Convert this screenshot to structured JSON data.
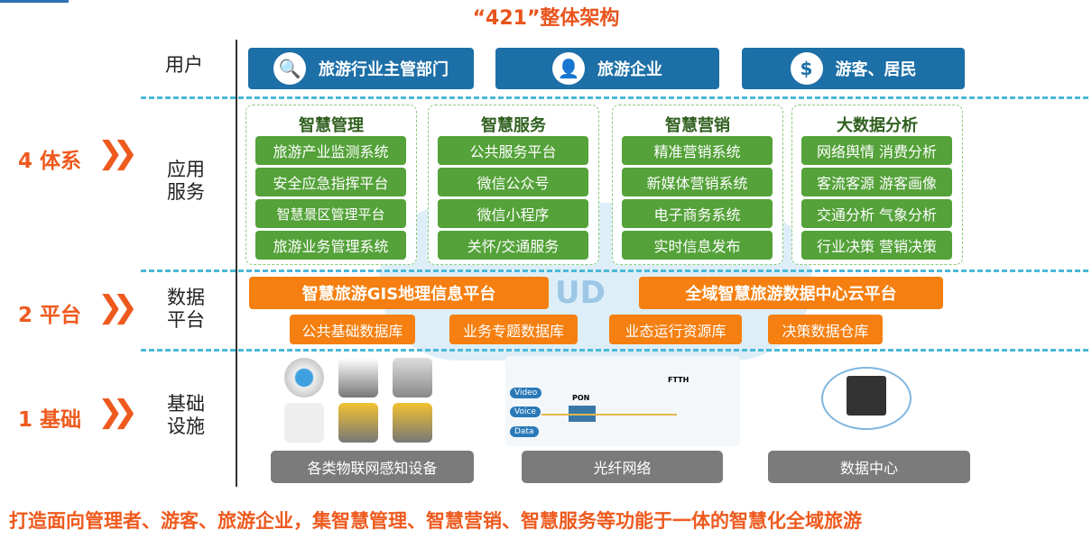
{
  "title": "“421”整体架构",
  "tiers": [
    {
      "label": "4 体系"
    },
    {
      "label": "2 平台"
    },
    {
      "label": "1 基础"
    }
  ],
  "row_labels": {
    "users": "用户",
    "app": "应用\n服务",
    "data": "数据\n平台",
    "infra": "基础\n设施"
  },
  "users": [
    {
      "label": "旅游行业主管部门",
      "icon": "magnifier-user-icon"
    },
    {
      "label": "旅游企业",
      "icon": "user-search-icon"
    },
    {
      "label": "游客、居民",
      "icon": "user-money-icon"
    }
  ],
  "app_columns": [
    {
      "heading": "智慧管理",
      "items": [
        "旅游产业监测系统",
        "安全应急指挥平台",
        "智慧景区管理平台",
        "旅游业务管理系统"
      ]
    },
    {
      "heading": "智慧服务",
      "items": [
        "公共服务平台",
        "微信公众号",
        "微信小程序",
        "关怀/交通服务"
      ]
    },
    {
      "heading": "智慧营销",
      "items": [
        "精准营销系统",
        "新媒体营销系统",
        "电子商务系统",
        "实时信息发布"
      ]
    },
    {
      "heading": "大数据分析",
      "items": [
        "网络舆情 消费分析",
        "客流客源 游客画像",
        "交通分析 气象分析",
        "行业决策 营销决策"
      ]
    }
  ],
  "platforms": [
    "智慧旅游GIS地理信息平台",
    "全域智慧旅游数据中心云平台"
  ],
  "databases": [
    "公共基础数据库",
    "业务专题数据库",
    "业态运行资源库",
    "决策数据仓库"
  ],
  "infra": {
    "items": [
      "各类物联网感知设备",
      "光纤网络",
      "数据中心"
    ],
    "network_labels": [
      "Video",
      "Voice",
      "Data",
      "PON",
      "FTTH"
    ]
  },
  "cloud_text": "UD",
  "bottom_text": "打造面向管理者、游客、旅游企业，集智慧管理、智慧营销、智慧服务等功能于一体的智慧化全域旅游"
}
